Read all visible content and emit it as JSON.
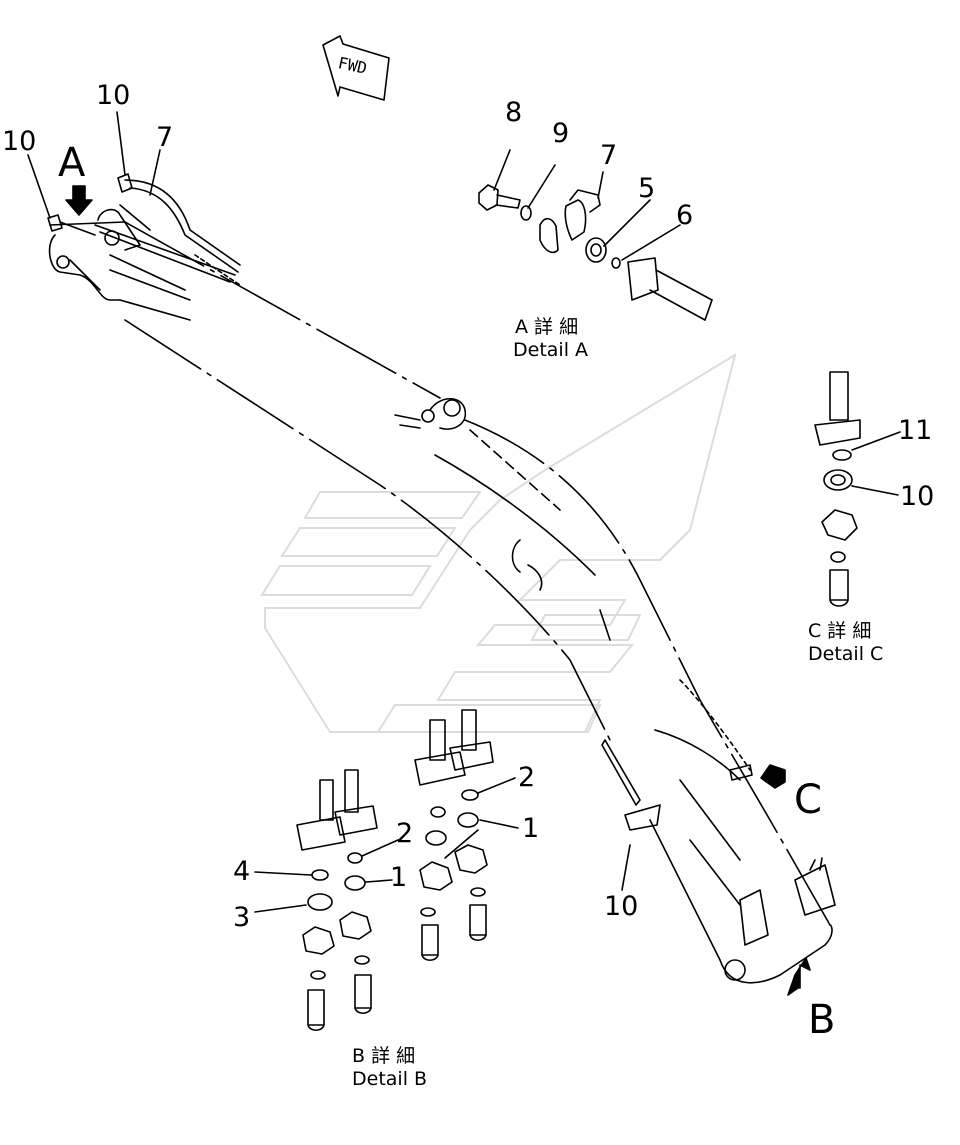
{
  "fwd_label": "FWD",
  "detail_markers": {
    "a": "A",
    "b": "B",
    "c": "C"
  },
  "part_numbers": {
    "top_left_10a": "10",
    "top_left_10b": "10",
    "top_left_7": "7",
    "detail_a_8": "8",
    "detail_a_9": "9",
    "detail_a_7": "7",
    "detail_a_5": "5",
    "detail_a_6": "6",
    "detail_c_11": "11",
    "detail_c_10": "10",
    "boom_10": "10",
    "detail_b_2_right": "2",
    "detail_b_1_right": "1",
    "detail_b_2_left": "2",
    "detail_b_1_left": "1",
    "detail_b_4": "4",
    "detail_b_3": "3"
  },
  "captions": {
    "detail_a_jp": "A 詳 細",
    "detail_a_en": "Detail A",
    "detail_b_jp": "B 詳 細",
    "detail_b_en": "Detail B",
    "detail_c_jp": "C 詳 細",
    "detail_c_en": "Detail C"
  },
  "colors": {
    "line": "#000000",
    "watermark": "#e6e6e6",
    "background": "#ffffff"
  }
}
